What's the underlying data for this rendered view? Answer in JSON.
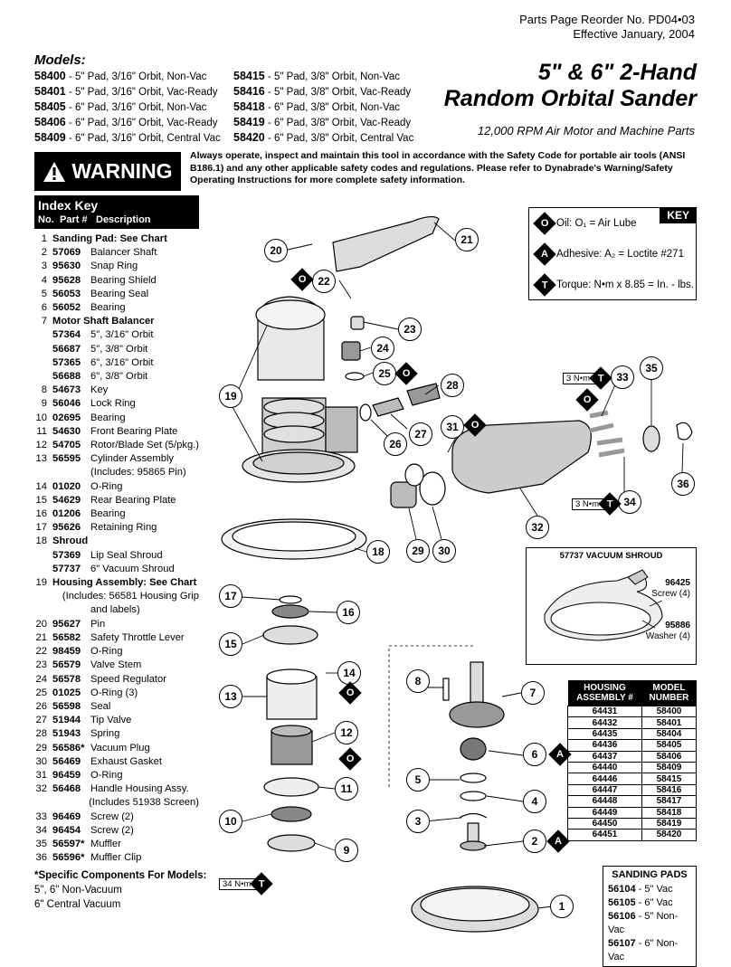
{
  "header": {
    "reorder": "Parts Page Reorder No. PD04•03",
    "effective": "Effective January, 2004",
    "title_line1": "5\" & 6\" 2-Hand",
    "title_line2": "Random Orbital Sander",
    "subtitle": "12,000 RPM Air Motor and Machine Parts"
  },
  "models": {
    "heading": "Models:",
    "left": [
      {
        "num": "58400",
        "desc": " - 5\" Pad, 3/16\" Orbit, Non-Vac"
      },
      {
        "num": "58401",
        "desc": " - 5\" Pad, 3/16\" Orbit, Vac-Ready"
      },
      {
        "num": "58405",
        "desc": " - 6\" Pad, 3/16\" Orbit, Non-Vac"
      },
      {
        "num": "58406",
        "desc": " - 6\" Pad, 3/16\" Orbit, Vac-Ready"
      },
      {
        "num": "58409",
        "desc": " - 6\" Pad, 3/16\" Orbit, Central Vac"
      }
    ],
    "right": [
      {
        "num": "58415",
        "desc": " - 5\" Pad, 3/8\" Orbit, Non-Vac"
      },
      {
        "num": "58416",
        "desc": " - 5\" Pad, 3/8\" Orbit, Vac-Ready"
      },
      {
        "num": "58418",
        "desc": " - 6\" Pad, 3/8\" Orbit, Non-Vac"
      },
      {
        "num": "58419",
        "desc": " - 6\" Pad, 3/8\" Orbit, Vac-Ready"
      },
      {
        "num": "58420",
        "desc": " - 6\" Pad, 3/8\" Orbit, Central Vac"
      }
    ]
  },
  "warning": {
    "label": "WARNING",
    "text": "Always operate, inspect and maintain this tool in accordance with the Safety Code for portable air tools (ANSI B186.1) and any other applicable safety codes and regulations. Please refer to Dynabrade's Warning/Safety Operating Instructions for more complete safety information."
  },
  "index": {
    "title": "Index Key",
    "col_no": "No.",
    "col_part": "Part #",
    "col_desc": "Description",
    "rows": [
      {
        "no": "1",
        "part": "",
        "desc": "Sanding Pad: See Chart",
        "bold": true
      },
      {
        "no": "2",
        "part": "57069",
        "desc": "Balancer Shaft"
      },
      {
        "no": "3",
        "part": "95630",
        "desc": "Snap Ring"
      },
      {
        "no": "4",
        "part": "95628",
        "desc": "Bearing Shield"
      },
      {
        "no": "5",
        "part": "56053",
        "desc": "Bearing Seal"
      },
      {
        "no": "6",
        "part": "56052",
        "desc": "Bearing"
      },
      {
        "no": "7",
        "part": "",
        "desc": "Motor Shaft Balancer",
        "bold": true
      },
      {
        "no": "",
        "part": "57364",
        "desc": "5\", 3/16\" Orbit"
      },
      {
        "no": "",
        "part": "56687",
        "desc": "5\", 3/8\" Orbit"
      },
      {
        "no": "",
        "part": "57365",
        "desc": "6\", 3/16\" Orbit"
      },
      {
        "no": "",
        "part": "56688",
        "desc": "6\", 3/8\" Orbit"
      },
      {
        "no": "8",
        "part": "54673",
        "desc": "Key"
      },
      {
        "no": "9",
        "part": "56046",
        "desc": "Lock Ring"
      },
      {
        "no": "10",
        "part": "02695",
        "desc": "Bearing"
      },
      {
        "no": "11",
        "part": "54630",
        "desc": "Front Bearing Plate"
      },
      {
        "no": "12",
        "part": "54705",
        "desc": "Rotor/Blade Set (5/pkg.)"
      },
      {
        "no": "13",
        "part": "56595",
        "desc": "Cylinder Assembly"
      },
      {
        "no": "",
        "part": "",
        "desc": "(Includes: 95865 Pin)"
      },
      {
        "no": "14",
        "part": "01020",
        "desc": "O-Ring"
      },
      {
        "no": "15",
        "part": "54629",
        "desc": "Rear Bearing Plate"
      },
      {
        "no": "16",
        "part": "01206",
        "desc": "Bearing"
      },
      {
        "no": "17",
        "part": "95626",
        "desc": "Retaining Ring"
      },
      {
        "no": "18",
        "part": "",
        "desc": "Shroud",
        "bold": true
      },
      {
        "no": "",
        "part": "57369",
        "desc": "Lip Seal Shroud"
      },
      {
        "no": "",
        "part": "57737",
        "desc": "6\" Vacuum Shroud"
      },
      {
        "no": "19",
        "part": "",
        "desc": "Housing Assembly: See Chart",
        "bold": true
      },
      {
        "no": "",
        "part": "",
        "desc": "(Includes: 56581 Housing Grip"
      },
      {
        "no": "",
        "part": "",
        "desc": "and labels)"
      },
      {
        "no": "20",
        "part": "95627",
        "desc": "Pin"
      },
      {
        "no": "21",
        "part": "56582",
        "desc": "Safety Throttle Lever"
      },
      {
        "no": "22",
        "part": "98459",
        "desc": "O-Ring"
      },
      {
        "no": "23",
        "part": "56579",
        "desc": "Valve Stem"
      },
      {
        "no": "24",
        "part": "56578",
        "desc": "Speed Regulator"
      },
      {
        "no": "25",
        "part": "01025",
        "desc": "O-Ring (3)"
      },
      {
        "no": "26",
        "part": "56598",
        "desc": "Seal"
      },
      {
        "no": "27",
        "part": "51944",
        "desc": "Tip Valve"
      },
      {
        "no": "28",
        "part": "51943",
        "desc": "Spring"
      },
      {
        "no": "29",
        "part": "56586*",
        "desc": "Vacuum Plug"
      },
      {
        "no": "30",
        "part": "56469",
        "desc": "Exhaust Gasket"
      },
      {
        "no": "31",
        "part": "96459",
        "desc": "O-Ring"
      },
      {
        "no": "32",
        "part": "56468",
        "desc": "Handle Housing Assy."
      },
      {
        "no": "",
        "part": "",
        "desc": "(Includes 51938 Screen)"
      },
      {
        "no": "33",
        "part": "96469",
        "desc": "Screw (2)"
      },
      {
        "no": "34",
        "part": "96454",
        "desc": "Screw (2)"
      },
      {
        "no": "35",
        "part": "56597*",
        "desc": "Muffler"
      },
      {
        "no": "36",
        "part": "56596*",
        "desc": "Muffler Clip"
      }
    ]
  },
  "footnote": {
    "title": "*Specific Components For Models:",
    "line1": "5\", 6\" Non-Vacuum",
    "line2": "6\" Central Vacuum"
  },
  "key": {
    "tag": "KEY",
    "oil": "Oil: O₁ = Air Lube",
    "adhesive": "Adhesive: A₂ = Loctite #271",
    "torque": "Torque: N•m x 8.85 = In. - lbs."
  },
  "vacuum_shroud": {
    "title": "57737 VACUUM SHROUD",
    "screw_pn": "96425",
    "screw_lbl": "Screw (4)",
    "washer_pn": "95886",
    "washer_lbl": "Washer (4)"
  },
  "housing_table": {
    "h1a": "HOUSING",
    "h1b": "ASSEMBLY #",
    "h2a": "MODEL",
    "h2b": "NUMBER",
    "rows": [
      [
        "64431",
        "58400"
      ],
      [
        "64432",
        "58401"
      ],
      [
        "64435",
        "58404"
      ],
      [
        "64436",
        "58405"
      ],
      [
        "64437",
        "58406"
      ],
      [
        "64440",
        "58409"
      ],
      [
        "64446",
        "58415"
      ],
      [
        "64447",
        "58416"
      ],
      [
        "64448",
        "58417"
      ],
      [
        "64449",
        "58418"
      ],
      [
        "64450",
        "58419"
      ],
      [
        "64451",
        "58420"
      ]
    ]
  },
  "sanding_pads": {
    "title": "SANDING PADS",
    "rows": [
      {
        "pn": "56104",
        "desc": " - 5\" Vac"
      },
      {
        "pn": "56105",
        "desc": " - 6\" Vac"
      },
      {
        "pn": "56106",
        "desc": " - 5\" Non-Vac"
      },
      {
        "pn": "56107",
        "desc": " - 6\" Non-Vac"
      }
    ]
  },
  "torque_labels": {
    "t33": "3 N•m",
    "t34": "3 N•m",
    "t9": "34 N•m"
  },
  "callouts": [
    "1",
    "2",
    "3",
    "4",
    "5",
    "6",
    "7",
    "8",
    "9",
    "10",
    "11",
    "12",
    "13",
    "14",
    "15",
    "16",
    "17",
    "18",
    "19",
    "20",
    "21",
    "22",
    "23",
    "24",
    "25",
    "26",
    "27",
    "28",
    "29",
    "30",
    "31",
    "32",
    "33",
    "34",
    "35",
    "36"
  ]
}
